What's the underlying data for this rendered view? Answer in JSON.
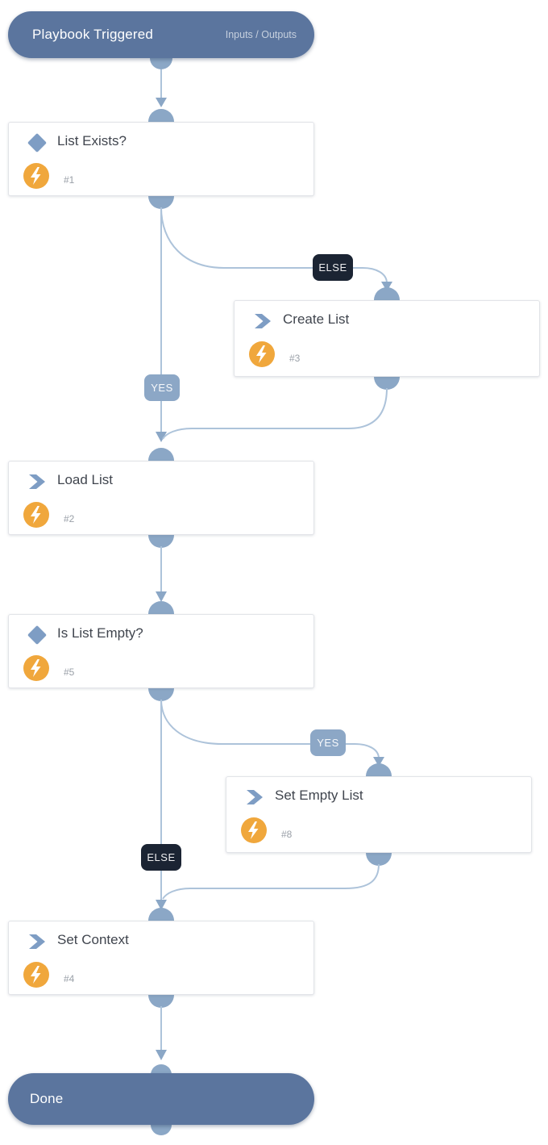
{
  "start": {
    "title": "Playbook Triggered",
    "link_label": "Inputs / Outputs"
  },
  "end": {
    "title": "Done"
  },
  "tasks": [
    {
      "title": "List Exists?",
      "number": "#1",
      "type": "condition"
    },
    {
      "title": "Create List",
      "number": "#3",
      "type": "task"
    },
    {
      "title": "Load List",
      "number": "#2",
      "type": "task"
    },
    {
      "title": "Is List Empty?",
      "number": "#5",
      "type": "condition"
    },
    {
      "title": "Set Empty List",
      "number": "#8",
      "type": "task"
    },
    {
      "title": "Set Context",
      "number": "#4",
      "type": "task"
    }
  ],
  "branch_labels": {
    "list_exists_else": "ELSE",
    "list_exists_yes": "YES",
    "is_list_empty_yes": "YES",
    "is_list_empty_else": "ELSE"
  },
  "colors": {
    "pill-bg": "#5b759e",
    "line": "#adc3da",
    "dome": "#8ba7c6",
    "yes-badge-bg": "#8ca7c6",
    "else-badge-bg": "#1b2433",
    "icon-blue": "#7e9dc4",
    "bolt-bg": "#f0a73c",
    "title-text": "#40454e",
    "number-text": "#9aa0a8",
    "header-link-text": "#c6d0de"
  }
}
